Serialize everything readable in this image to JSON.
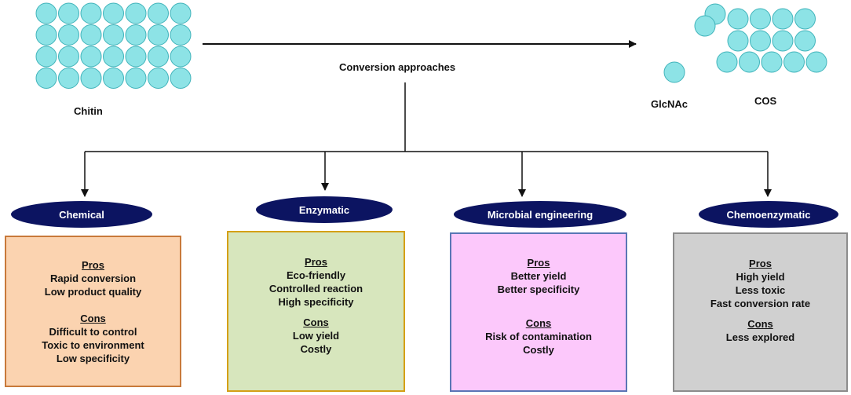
{
  "top": {
    "chitin_label": "Chitin",
    "arrow_label": "Conversion approaches",
    "glcnac_label": "GlcNAc",
    "cos_label": "COS",
    "bead_color": "#8de3e6",
    "bead_stroke": "#3fb3ba"
  },
  "approaches": [
    {
      "name": "Chemical",
      "box_color": "#fbd3b0",
      "border_color": "#c8793a",
      "pros_heading": "Pros",
      "pros": [
        "Rapid conversion",
        "Low product quality"
      ],
      "cons_heading": "Cons",
      "cons": [
        "Difficult to control",
        "Toxic to environment",
        "Low specificity"
      ]
    },
    {
      "name": "Enzymatic",
      "box_color": "#d7e6bd",
      "border_color": "#d4a016",
      "pros_heading": "Pros",
      "pros": [
        "Eco-friendly",
        "Controlled reaction",
        "High specificity"
      ],
      "cons_heading": "Cons",
      "cons": [
        "Low yield",
        "Costly"
      ]
    },
    {
      "name": "Microbial engineering",
      "box_color": "#fcc8fb",
      "border_color": "#5a76b5",
      "pros_heading": "Pros",
      "pros": [
        "Better yield",
        "Better specificity"
      ],
      "cons_heading": "Cons",
      "cons": [
        "Risk of contamination",
        "Costly"
      ]
    },
    {
      "name": "Chemoenzymatic",
      "box_color": "#d0d0d0",
      "border_color": "#8c8c8c",
      "pros_heading": "Pros",
      "pros": [
        "High yield",
        "Less toxic",
        "Fast conversion rate"
      ],
      "cons_heading": "Cons",
      "cons": [
        "Less explored"
      ]
    }
  ]
}
